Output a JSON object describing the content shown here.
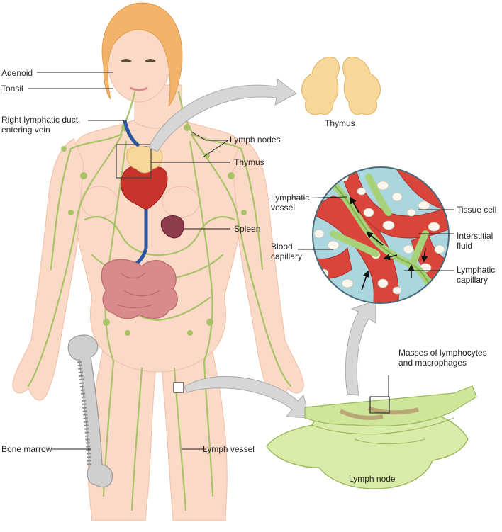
{
  "labels": {
    "adenoid": "Adenoid",
    "tonsil": "Tonsil",
    "right_lymphatic_duct_line1": "Right lymphatic duct,",
    "right_lymphatic_duct_line2": "entering vein",
    "thymus_inset": "Thymus",
    "lymph_nodes": "Lymph nodes",
    "thymus": "Thymus",
    "lymphatic_vessel_line1": "Lymphatic",
    "lymphatic_vessel_line2": "vessel",
    "tissue_cell": "Tissue cell",
    "interstitial_fluid_line1": "Interstitial",
    "interstitial_fluid_line2": "fluid",
    "blood_capillary_line1": "Blood",
    "blood_capillary_line2": "capillary",
    "spleen": "Spleen",
    "lymphatic_capillary_line1": "Lymphatic",
    "lymphatic_capillary_line2": "capillary",
    "masses_line1": "Masses of lymphocytes",
    "masses_line2": "and macrophages",
    "bone_marrow": "Bone marrow",
    "lymph_vessel": "Lymph vessel",
    "lymph_node": "Lymph node"
  },
  "colors": {
    "skin": "#fbd9c7",
    "skin_shadow": "#efbfa6",
    "hair": "#f2b36b",
    "lymph": "#a8c267",
    "lymph_dark": "#7f9a3e",
    "vein_blue": "#2d56a0",
    "heart_red": "#c8342c",
    "spleen": "#8e3b4c",
    "intestine": "#d98a8a",
    "thymus": "#f8d79a",
    "capillary_red": "#d9453a",
    "fluid_blue": "#a9d6df",
    "node_green": "#cfe59a",
    "bone_gray": "#cfcfcf",
    "arrow_gray": "#c9c9c9"
  }
}
